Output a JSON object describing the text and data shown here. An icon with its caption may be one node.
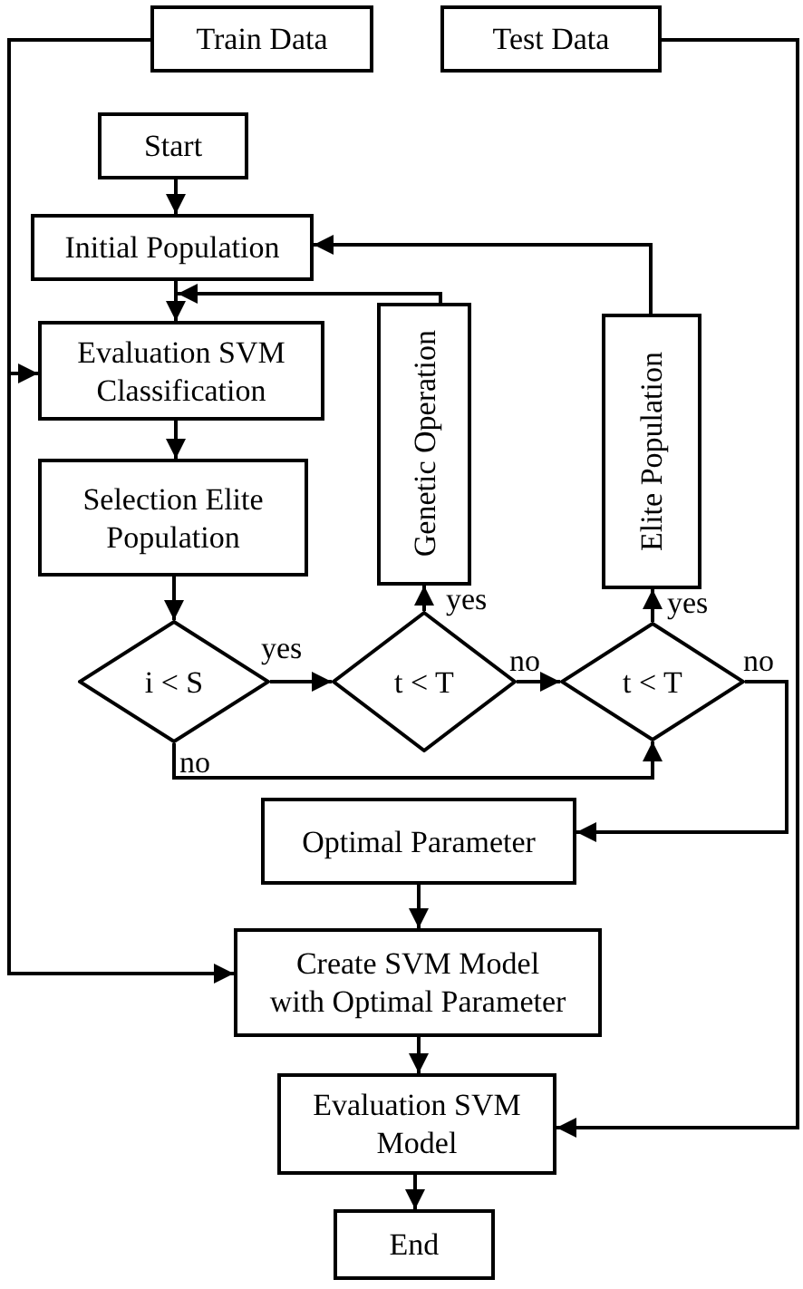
{
  "diagram": {
    "nodes": [
      {
        "text": [
          "Train Data"
        ]
      },
      {
        "text": [
          "Test Data"
        ]
      },
      {
        "text": [
          "Start"
        ]
      },
      {
        "text": [
          "Initial Population"
        ]
      },
      {
        "text": [
          "Evaluation SVM Classification"
        ]
      },
      {
        "text": [
          "Genetic Operation"
        ]
      },
      {
        "text": [
          "Elite Population"
        ]
      },
      {
        "text": [
          "Selection Elite Population"
        ]
      },
      {
        "text": [
          "i < S"
        ]
      },
      {
        "text": [
          "t < T"
        ]
      },
      {
        "text": [
          "t < T"
        ]
      },
      {
        "text": [
          "Optimal Parameter"
        ]
      },
      {
        "text": [
          "Create SVM Model with Optimal Parameter"
        ]
      },
      {
        "text": [
          "Evaluation SVM Model"
        ]
      },
      {
        "text": [
          "End"
        ]
      }
    ],
    "edges": [
      {
        "from": 0,
        "to": 4,
        "arrow": "to"
      },
      {
        "from": 0,
        "to": 12,
        "arrow": "to"
      },
      {
        "from": 1,
        "to": 13,
        "arrow": "to"
      },
      {
        "from": 2,
        "to": 3,
        "arrow": "to"
      },
      {
        "from": 3,
        "to": 4,
        "arrow": "to"
      },
      {
        "from": 5,
        "to": 4,
        "arrow": "to"
      },
      {
        "from": 6,
        "to": 3,
        "arrow": "to"
      },
      {
        "from": 4,
        "to": 7,
        "arrow": "to"
      },
      {
        "from": 7,
        "to": 8,
        "arrow": "to"
      },
      {
        "from": 8,
        "to": 9,
        "arrow": "to",
        "label": "yes"
      },
      {
        "from": 9,
        "to": 5,
        "arrow": "to",
        "label": "yes"
      },
      {
        "from": 9,
        "to": 10,
        "arrow": "to",
        "label": "no"
      },
      {
        "from": 10,
        "to": 6,
        "arrow": "to",
        "label": "yes"
      },
      {
        "from": 10,
        "to": 11,
        "arrow": "to",
        "label": "no"
      },
      {
        "from": 8,
        "to": 10,
        "arrow": "to",
        "label": "no"
      },
      {
        "from": 11,
        "to": 12,
        "arrow": "to"
      },
      {
        "from": 12,
        "to": 13,
        "arrow": "to"
      },
      {
        "from": 13,
        "to": 14,
        "arrow": "to"
      }
    ]
  }
}
